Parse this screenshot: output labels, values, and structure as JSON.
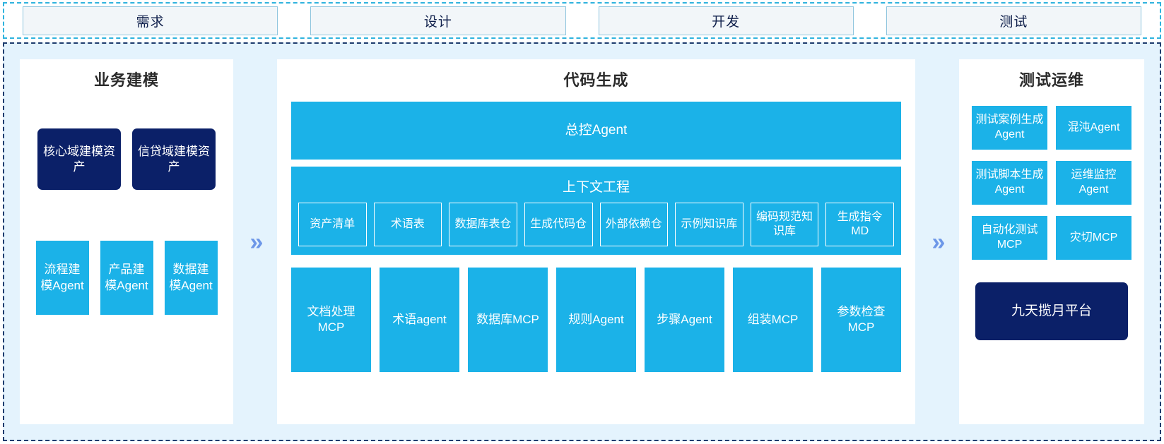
{
  "phases": [
    {
      "label": "需求"
    },
    {
      "label": "设计"
    },
    {
      "label": "开发"
    },
    {
      "label": "测试"
    }
  ],
  "colors": {
    "accent_cyan": "#1bb2e8",
    "accent_navy": "#0b2068",
    "board_background": "#e4f3fd",
    "arrow": "#6d97e8",
    "phase_border": "#8fc5de",
    "board_border": "#1d3c6e"
  },
  "arrows": [
    {
      "icon": "double-chevron-right-icon",
      "glyph": "»"
    },
    {
      "icon": "double-chevron-right-icon",
      "glyph": "»"
    }
  ],
  "left_panel": {
    "title": "业务建模",
    "assets": [
      {
        "label": "核心域建模资产"
      },
      {
        "label": "信贷域建模资产"
      }
    ],
    "agents": [
      {
        "label": "流程建模Agent"
      },
      {
        "label": "产品建模Agent"
      },
      {
        "label": "数据建模Agent"
      }
    ]
  },
  "center_panel": {
    "title": "代码生成",
    "master_agent": "总控Agent",
    "context": {
      "title": "上下文工程",
      "items": [
        {
          "label": "资产清单"
        },
        {
          "label": "术语表"
        },
        {
          "label": "数据库表仓"
        },
        {
          "label": "生成代码仓"
        },
        {
          "label": "外部依赖仓"
        },
        {
          "label": "示例知识库"
        },
        {
          "label": "编码规范知识库"
        },
        {
          "label": "生成指令MD"
        }
      ]
    },
    "tools": [
      {
        "label": "文档处理MCP"
      },
      {
        "label": "术语agent"
      },
      {
        "label": "数据库MCP"
      },
      {
        "label": "规则Agent"
      },
      {
        "label": "步骤Agent"
      },
      {
        "label": "组装MCP"
      },
      {
        "label": "参数检查MCP"
      }
    ]
  },
  "right_panel": {
    "title": "测试运维",
    "agents": [
      {
        "label": "测试案例生成Agent"
      },
      {
        "label": "混沌Agent"
      },
      {
        "label": "测试脚本生成Agent"
      },
      {
        "label": "运维监控Agent"
      },
      {
        "label": "自动化测试MCP"
      },
      {
        "label": "灾切MCP"
      }
    ],
    "platform": "九天揽月平台"
  }
}
